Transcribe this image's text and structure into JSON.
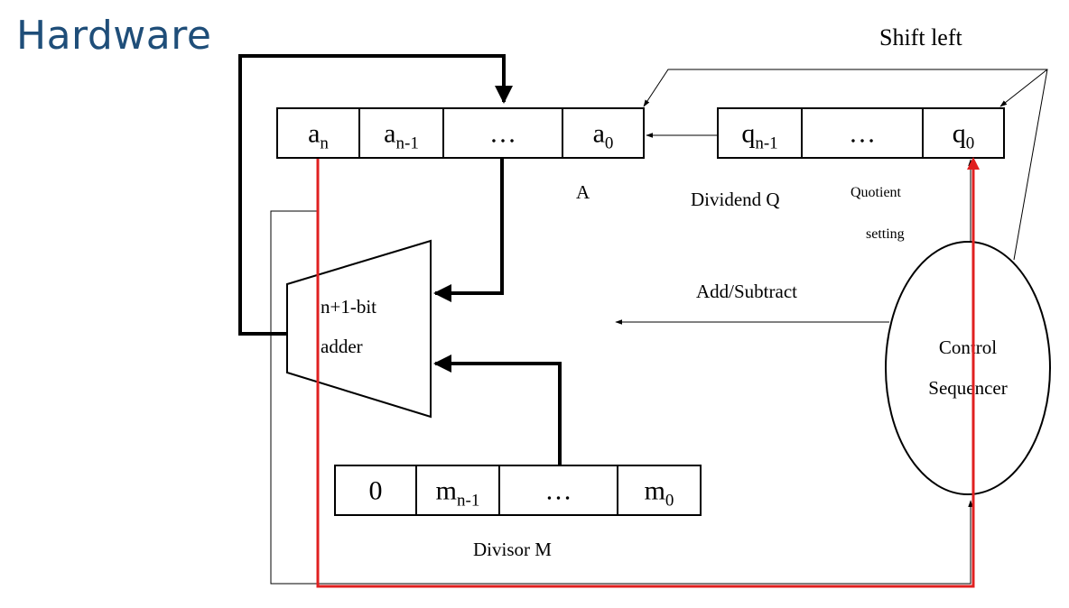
{
  "title": "Hardware",
  "labels": {
    "shift_left": "Shift left",
    "register_a": "A",
    "dividend": "Dividend Q",
    "quotient_line1": "Quotient",
    "quotient_line2": "setting",
    "add_subtract": "Add/Subtract",
    "adder_line1": "n+1-bit",
    "adder_line2": "adder",
    "control_line1": "Control",
    "control_line2": "Sequencer",
    "divisor": "Divisor M"
  },
  "register_a_cells": [
    {
      "base": "a",
      "sub": "n"
    },
    {
      "base": "a",
      "sub": "n-1"
    },
    {
      "base": "…",
      "sub": ""
    },
    {
      "base": "a",
      "sub": "0"
    }
  ],
  "register_q_cells": [
    {
      "base": "q",
      "sub": "n-1"
    },
    {
      "base": "…",
      "sub": ""
    },
    {
      "base": "q",
      "sub": "0"
    }
  ],
  "register_m_cells": [
    {
      "base": "0",
      "sub": ""
    },
    {
      "base": "m",
      "sub": "n-1"
    },
    {
      "base": "…",
      "sub": ""
    },
    {
      "base": "m",
      "sub": "0"
    }
  ],
  "colors": {
    "title": "#1f4e79",
    "signal_line": "#e02020",
    "wire": "#000000"
  }
}
